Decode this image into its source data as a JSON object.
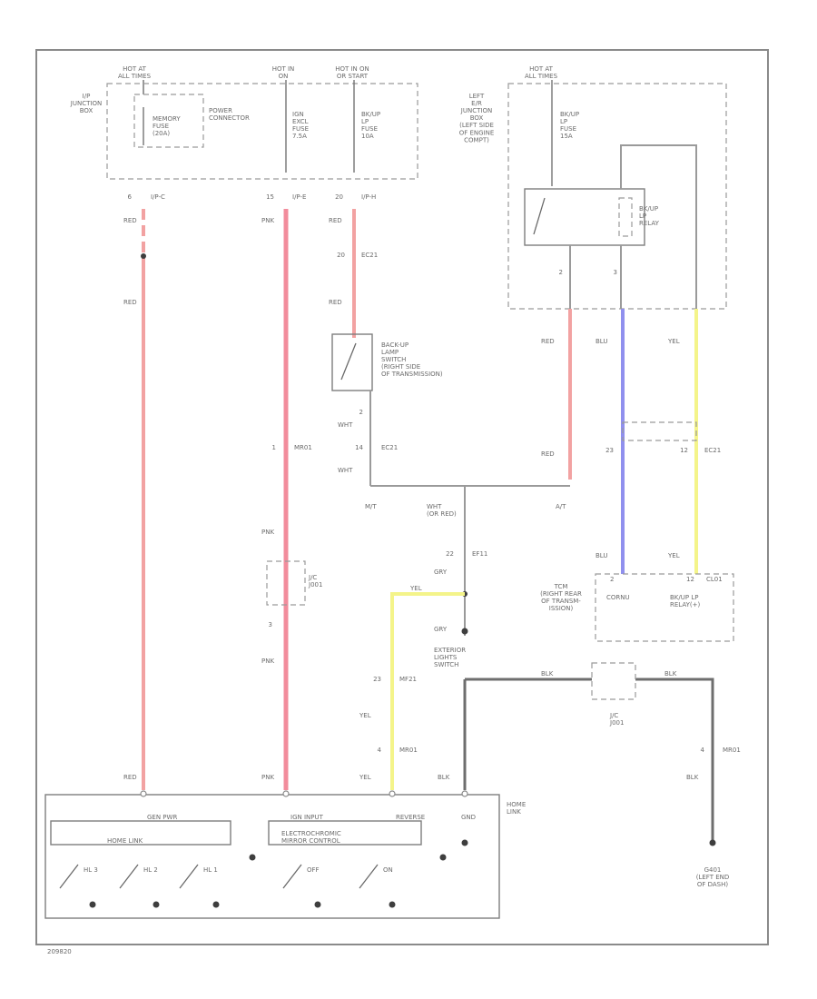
{
  "diagram": {
    "fuse_box": {
      "hot_at_all_times": "HOT AT\nALL TIMES",
      "hot_in_on": "HOT IN\nON",
      "hot_in_on_or_start": "HOT IN ON\nOR START",
      "junction_box": "I/P\nJUNCTION\nBOX",
      "memory_fuse": "MEMORY\nFUSE\n(20A)",
      "power_connector": "POWER\nCONNECTOR",
      "ign_fuse": "IGN\nEXCL\nFUSE\n7.5A",
      "bk_up_fuse": "BK/UP\nLP\nFUSE\n10A"
    },
    "left_box": {
      "hot": "HOT AT\nALL TIMES",
      "location": "LEFT\nE/R\nJUNCTION\nBOX\n(LEFT SIDE\nOF ENGINE\nCOMPT)",
      "fuse": "BK/UP\nLP\nFUSE\n15A",
      "relay": "BK/UP\nLP\nRELAY",
      "pin_2": "2",
      "pin_3": "3"
    },
    "connectors": {
      "ip_c_pin": "6",
      "ip_c": "I/P-C",
      "ip_e_pin": "15",
      "ip_e": "I/P-E",
      "ip_h_pin": "20",
      "ip_h": "I/P-H",
      "ec21_a_pin": "20",
      "ec21_a": "EC21",
      "ec21_b_pin": "14",
      "ec21_b": "EC21",
      "ec21_c_pin": "23",
      "ec21_d_pin": "12",
      "ec21_d": "EC21",
      "mr01_a_pin": "1",
      "mr01_a": "MR01",
      "ef11_pin": "22",
      "ef11": "EF11",
      "mf21_pin": "23",
      "mf21": "MF21",
      "mr01_b_pin": "4",
      "mr01_b": "MR01",
      "mr01_c_pin": "4",
      "mr01_c": "MR01",
      "sw_pin": "2",
      "jc_pin": "3",
      "tcm_pin_a": "2",
      "tcm_pin_b": "12",
      "tcm_connector": "CL01"
    },
    "wires": {
      "red": "RED",
      "pnk": "PNK",
      "wht": "WHT",
      "wht_or_red": "WHT\n(OR RED)",
      "gry": "GRY",
      "yel": "YEL",
      "blu": "BLU",
      "blk": "BLK",
      "mt": "M/T",
      "at": "A/T"
    },
    "components": {
      "backup_switch": "BACK-UP\nLAMP\nSWITCH\n(RIGHT SIDE\nOF TRANSMISSION)",
      "jc_a": "J/C\nJ001",
      "jc_b": "J/C\nJ001",
      "tcm": "TCM\n(RIGHT REAR\nOF TRANSM-\nISSION)",
      "tcm_name": "CORNU",
      "tcm_relay": "BK/UP LP\nRELAY(+)",
      "exterior_switch": "EXTERIOR\nLIGHTS\nSWITCH",
      "ground": "G401\n(LEFT END\nOF DASH)",
      "homelink_title": "HOME\nLINK",
      "homelink_pwr": "GEN PWR",
      "homelink_ign": "IGN INPUT",
      "homelink_rev": "REVERSE",
      "homelink_gnd": "GND",
      "homelink_box": "HOME LINK",
      "ec_box": "ELECTROCHROMIC\nMIRROR CONTROL",
      "hl3": "HL 3",
      "hl2": "HL 2",
      "hl1": "HL 1",
      "off": "OFF",
      "on": "ON"
    },
    "footer_code": "209820"
  }
}
